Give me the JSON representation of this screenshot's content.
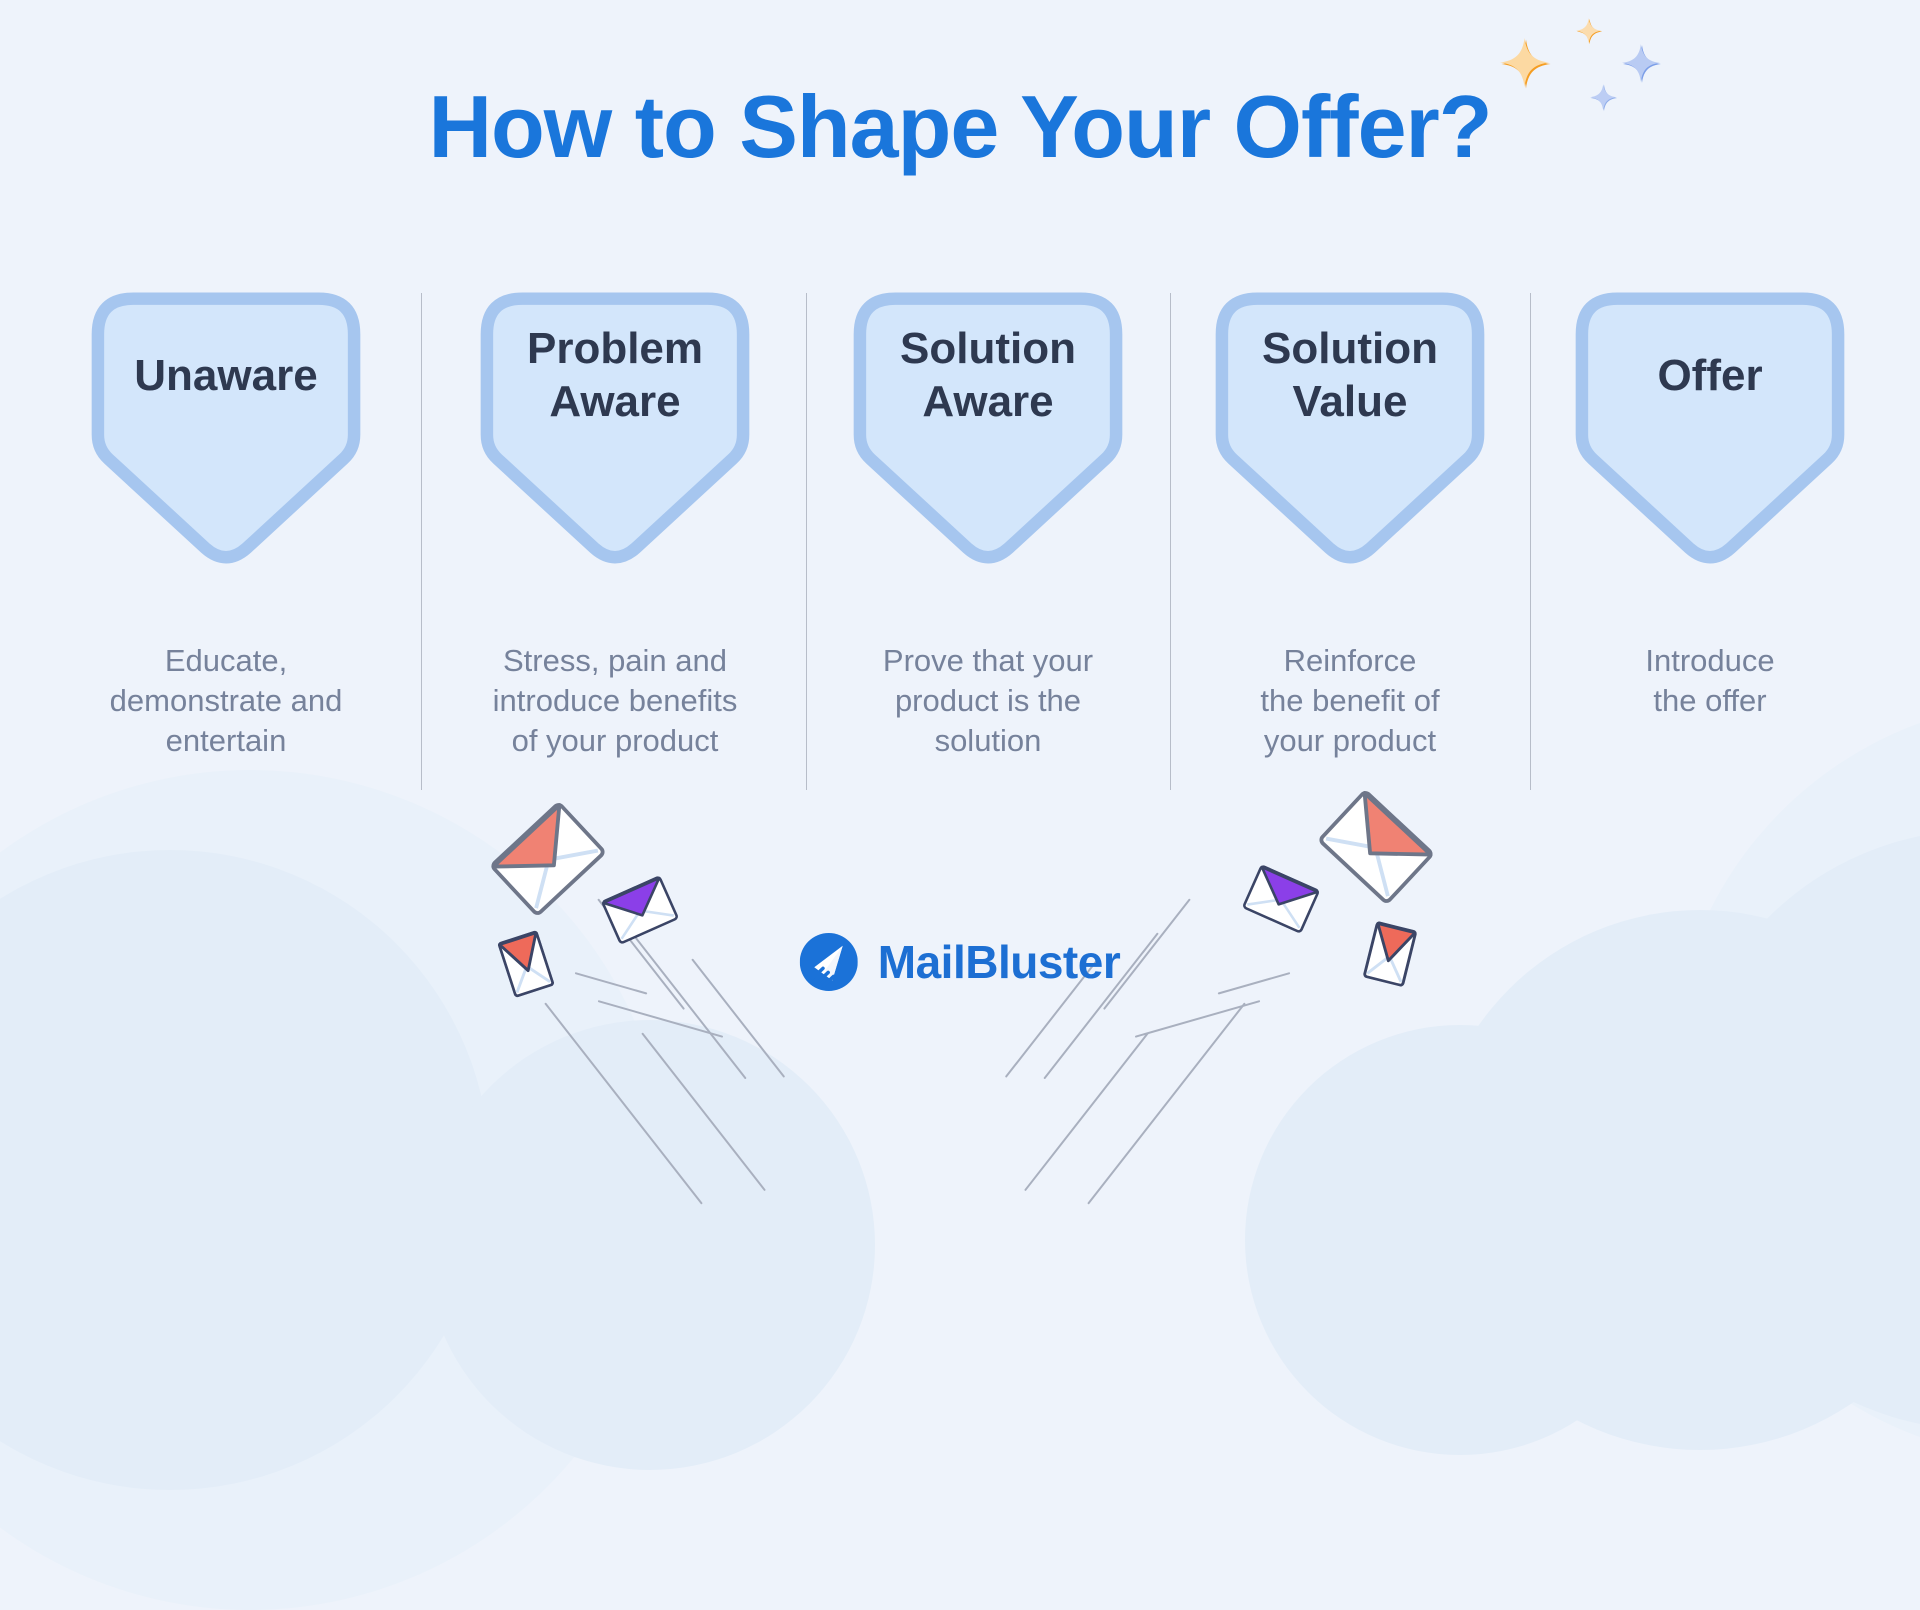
{
  "page": {
    "title": "How to Shape Your Offer?"
  },
  "stages": [
    {
      "label": [
        "Unaware"
      ],
      "description": [
        "Educate,",
        "demonstrate and",
        "entertain"
      ]
    },
    {
      "label": [
        "Problem",
        "Aware"
      ],
      "description": [
        "Stress, pain and",
        "introduce benefits",
        "of your product"
      ]
    },
    {
      "label": [
        "Solution",
        "Aware"
      ],
      "description": [
        "Prove that your",
        "product is the",
        "solution"
      ]
    },
    {
      "label": [
        "Solution",
        "Value"
      ],
      "description": [
        "Reinforce",
        "the benefit of",
        "your product"
      ]
    },
    {
      "label": [
        "Offer"
      ],
      "description": [
        "Introduce",
        "the offer"
      ]
    }
  ],
  "brand": {
    "name": "MailBluster"
  },
  "icons": [
    "sparkle-icon",
    "envelope-icon",
    "mailbluster-logo-icon",
    "cloud-shape"
  ],
  "colors": {
    "background": "#eef3fb",
    "title_blue": "#1a76db",
    "badge_fill": "#d3e6fb",
    "badge_border": "#a6c6ef",
    "badge_text": "#2e3950",
    "description_text": "#76829b",
    "divider_gray": "#b7bdc9",
    "brand_blue": "#1d6fd3",
    "flap_salmon": "#f08273",
    "flap_red": "#ee6a5a",
    "flap_purple": "#8b3fe8",
    "sparkle_orange_light": "#fcd9a2",
    "sparkle_orange_dark": "#f59d22",
    "sparkle_blue_light": "#b9cbf3",
    "sparkle_blue_dark": "#7d9fe8",
    "cloud_front": "#e3edf8",
    "cloud_back": "#e9f1fa"
  }
}
